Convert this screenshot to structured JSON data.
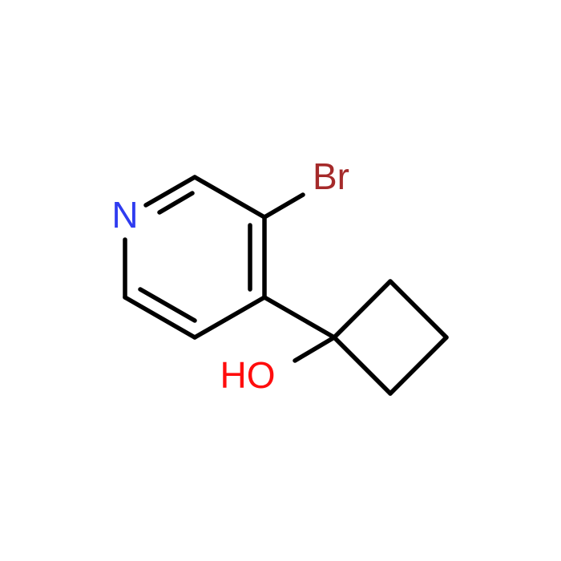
{
  "molecule": {
    "atoms": {
      "nitrogen": {
        "symbol": "N",
        "color": "#2f3cf0"
      },
      "bromine": {
        "symbol": "Br",
        "color": "#a52a2a"
      },
      "hydroxyl": {
        "symbol": "HO",
        "color": "#ff0d0d"
      }
    },
    "bond_color": "#000000",
    "background": "#ffffff"
  }
}
